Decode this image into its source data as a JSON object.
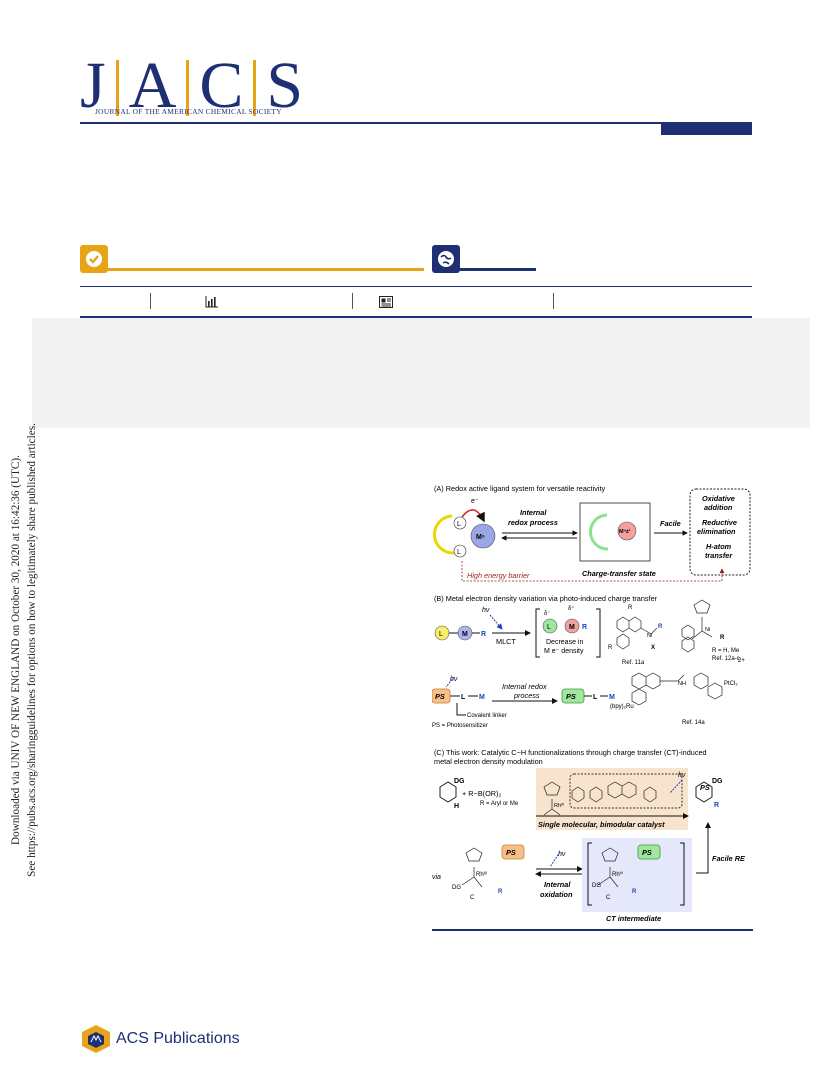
{
  "journal": {
    "letters": [
      "J",
      "A",
      "C",
      "S"
    ],
    "full_name": "JOURNAL OF THE AMERICAN CHEMICAL SOCIETY",
    "brand_color": "#1f2f73",
    "accent_color": "#e8a317"
  },
  "icons": {
    "cite": "check-icon",
    "open_access": "globe-icon",
    "metrics": "bar-chart-icon",
    "recommendations": "newspaper-icon"
  },
  "side_note": {
    "line1": "Downloaded via UNIV OF NEW ENGLAND on October 30, 2020 at 16:42:36 (UTC).",
    "line2": "See https://pubs.acs.org/sharingguidelines for options on how to legitimately share published articles."
  },
  "figure": {
    "panel_a": {
      "title": "(A) Redox active ligand system for versatile reactivity",
      "internal": "Internal",
      "redox_process": "redox process",
      "facile": "Facile",
      "ct_state": "Charge-transfer state",
      "high_barrier": "High energy barrier",
      "oxidative": "Oxidative",
      "addition": "addition",
      "reductive": "Reductive",
      "elimination": "elimination",
      "h_atom": "H-atom",
      "transfer": "transfer",
      "L": "L",
      "Mn": "Mⁿ",
      "Mn1": "Mⁿ±¹",
      "e": "e⁻"
    },
    "panel_b": {
      "title": "(B) Metal electron density variation via photo-induced charge transfer",
      "hv": "hν",
      "mlct": "MLCT",
      "decrease_in": "Decrease in",
      "density": "M e⁻ density",
      "ref11a": "Ref. 11a",
      "ref12": "Ref. 12a-c",
      "rhme": "R = H, Me",
      "internal": "Internal redox",
      "process": "process",
      "covalent": "Covalent linker",
      "ps_def": "PS = Photosensitizer",
      "ref14": "Ref. 14a",
      "bpy": "(bpy)₂Ru",
      "ptcl": "PtCl₂",
      "nh": "NH",
      "charge": "2+",
      "ps": "PS",
      "dot": "PS",
      "L": "L",
      "M": "M",
      "R": "R",
      "X": "X",
      "Ni": "Ni",
      "delta_minus": "δ⁻",
      "delta_plus": "δ⁺"
    },
    "panel_c": {
      "title_1": "(C) This work: Catalytic C−H functionalizations through charge transfer (CT)-induced",
      "title_2": "metal electron density modulation",
      "ps": "PS",
      "hv": "hν",
      "dg": "DG",
      "h": "H",
      "boron": "+ R−B(OR)₂",
      "r_def": "R = Aryl or Me",
      "catalyst": "Single molecular, bimodular catalyst",
      "via": "via",
      "internal": "Internal",
      "oxidation": "oxidation",
      "ct_int": "CT intermediate",
      "facile_re": "Facile RE",
      "rh3": "Rhᴵᴵᴵ",
      "rh4": "Rhᴵⱽ",
      "c": "C",
      "R": "R"
    }
  },
  "footer": {
    "publisher": "ACS Publications"
  }
}
